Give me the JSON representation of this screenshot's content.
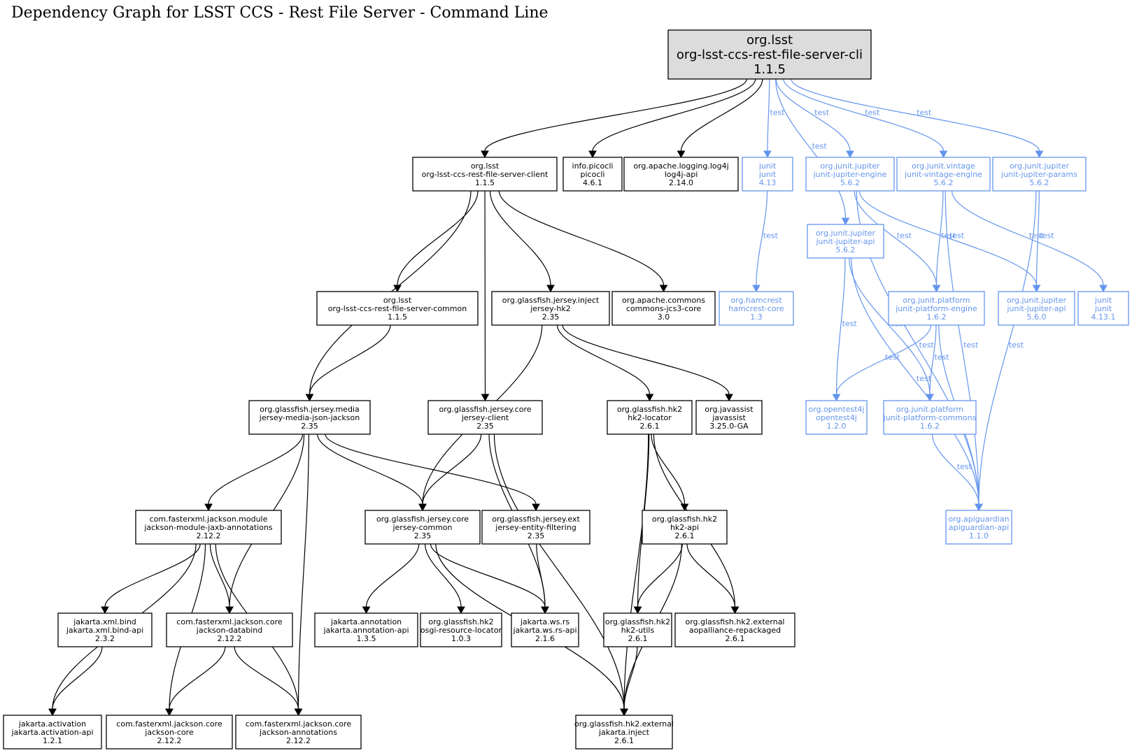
{
  "title": "Dependency Graph for LSST CCS - Rest File Server - Command Line",
  "colors": {
    "compile": "#000000",
    "test": "#6495ed",
    "root_fill": "#dcdcdc"
  },
  "nodes": [
    {
      "id": "cli",
      "group": "org.lsst",
      "artifact": "org-lsst-ccs-rest-file-server-cli",
      "version": "1.1.5",
      "scope": "root"
    },
    {
      "id": "client",
      "group": "org.lsst",
      "artifact": "org-lsst-ccs-rest-file-server-client",
      "version": "1.1.5",
      "scope": "compile"
    },
    {
      "id": "picocli",
      "group": "info.picocli",
      "artifact": "picocli",
      "version": "4.6.1",
      "scope": "compile"
    },
    {
      "id": "log4j",
      "group": "org.apache.logging.log4j",
      "artifact": "log4j-api",
      "version": "2.14.0",
      "scope": "compile"
    },
    {
      "id": "junit413",
      "group": "junit",
      "artifact": "junit",
      "version": "4.13",
      "scope": "test"
    },
    {
      "id": "jupeng",
      "group": "org.junit.jupiter",
      "artifact": "junit-jupiter-engine",
      "version": "5.6.2",
      "scope": "test"
    },
    {
      "id": "vinteng",
      "group": "org.junit.vintage",
      "artifact": "junit-vintage-engine",
      "version": "5.6.2",
      "scope": "test"
    },
    {
      "id": "jupparams",
      "group": "org.junit.jupiter",
      "artifact": "junit-jupiter-params",
      "version": "5.6.2",
      "scope": "test"
    },
    {
      "id": "jupapi562",
      "group": "org.junit.jupiter",
      "artifact": "junit-jupiter-api",
      "version": "5.6.2",
      "scope": "test"
    },
    {
      "id": "common",
      "group": "org.lsst",
      "artifact": "org-lsst-ccs-rest-file-server-common",
      "version": "1.1.5",
      "scope": "compile"
    },
    {
      "id": "jerseyhk2",
      "group": "org.glassfish.jersey.inject",
      "artifact": "jersey-hk2",
      "version": "2.35",
      "scope": "compile"
    },
    {
      "id": "jcs3",
      "group": "org.apache.commons",
      "artifact": "commons-jcs3-core",
      "version": "3.0",
      "scope": "compile"
    },
    {
      "id": "hamcrest",
      "group": "org.hamcrest",
      "artifact": "hamcrest-core",
      "version": "1.3",
      "scope": "test"
    },
    {
      "id": "plateng",
      "group": "org.junit.platform",
      "artifact": "junit-platform-engine",
      "version": "1.6.2",
      "scope": "test"
    },
    {
      "id": "jupapi560",
      "group": "org.junit.jupiter",
      "artifact": "junit-jupiter-api",
      "version": "5.6.0",
      "scope": "test"
    },
    {
      "id": "junit4131",
      "group": "junit",
      "artifact": "junit",
      "version": "4.13.1",
      "scope": "test"
    },
    {
      "id": "jsonjackson",
      "group": "org.glassfish.jersey.media",
      "artifact": "jersey-media-json-jackson",
      "version": "2.35",
      "scope": "compile"
    },
    {
      "id": "jclient",
      "group": "org.glassfish.jersey.core",
      "artifact": "jersey-client",
      "version": "2.35",
      "scope": "compile"
    },
    {
      "id": "hk2loc",
      "group": "org.glassfish.hk2",
      "artifact": "hk2-locator",
      "version": "2.6.1",
      "scope": "compile"
    },
    {
      "id": "javassist",
      "group": "org.javassist",
      "artifact": "javassist",
      "version": "3.25.0-GA",
      "scope": "compile"
    },
    {
      "id": "opentest4j",
      "group": "org.opentest4j",
      "artifact": "opentest4j",
      "version": "1.2.0",
      "scope": "test"
    },
    {
      "id": "platcommons",
      "group": "org.junit.platform",
      "artifact": "junit-platform-commons",
      "version": "1.6.2",
      "scope": "test"
    },
    {
      "id": "jaxbann",
      "group": "com.fasterxml.jackson.module",
      "artifact": "jackson-module-jaxb-annotations",
      "version": "2.12.2",
      "scope": "compile"
    },
    {
      "id": "jcommon",
      "group": "org.glassfish.jersey.core",
      "artifact": "jersey-common",
      "version": "2.35",
      "scope": "compile"
    },
    {
      "id": "entfilt",
      "group": "org.glassfish.jersey.ext",
      "artifact": "jersey-entity-filtering",
      "version": "2.35",
      "scope": "compile"
    },
    {
      "id": "hk2api",
      "group": "org.glassfish.hk2",
      "artifact": "hk2-api",
      "version": "2.6.1",
      "scope": "compile"
    },
    {
      "id": "apiguardian",
      "group": "org.apiguardian",
      "artifact": "apiguardian-api",
      "version": "1.1.0",
      "scope": "test"
    },
    {
      "id": "xmlbind",
      "group": "jakarta.xml.bind",
      "artifact": "jakarta.xml.bind-api",
      "version": "2.3.2",
      "scope": "compile"
    },
    {
      "id": "databind",
      "group": "com.fasterxml.jackson.core",
      "artifact": "jackson-databind",
      "version": "2.12.2",
      "scope": "compile"
    },
    {
      "id": "annapi",
      "group": "jakarta.annotation",
      "artifact": "jakarta.annotation-api",
      "version": "1.3.5",
      "scope": "compile"
    },
    {
      "id": "osgiloc",
      "group": "org.glassfish.hk2",
      "artifact": "osgi-resource-locator",
      "version": "1.0.3",
      "scope": "compile"
    },
    {
      "id": "wsrs",
      "group": "jakarta.ws.rs",
      "artifact": "jakarta.ws.rs-api",
      "version": "2.1.6",
      "scope": "compile"
    },
    {
      "id": "hk2utils",
      "group": "org.glassfish.hk2",
      "artifact": "hk2-utils",
      "version": "2.6.1",
      "scope": "compile"
    },
    {
      "id": "aopalliance",
      "group": "org.glassfish.hk2.external",
      "artifact": "aopalliance-repackaged",
      "version": "2.6.1",
      "scope": "compile"
    },
    {
      "id": "activation",
      "group": "jakarta.activation",
      "artifact": "jakarta.activation-api",
      "version": "1.2.1",
      "scope": "compile"
    },
    {
      "id": "jcore",
      "group": "com.fasterxml.jackson.core",
      "artifact": "jackson-core",
      "version": "2.12.2",
      "scope": "compile"
    },
    {
      "id": "jannotations",
      "group": "com.fasterxml.jackson.core",
      "artifact": "jackson-annotations",
      "version": "2.12.2",
      "scope": "compile"
    },
    {
      "id": "inject",
      "group": "org.glassfish.hk2.external",
      "artifact": "jakarta.inject",
      "version": "2.6.1",
      "scope": "compile"
    }
  ],
  "edges": [
    {
      "from": "cli",
      "to": "client"
    },
    {
      "from": "cli",
      "to": "picocli"
    },
    {
      "from": "cli",
      "to": "log4j"
    },
    {
      "from": "cli",
      "to": "junit413",
      "label": "test"
    },
    {
      "from": "cli",
      "to": "jupapi562",
      "label": "test"
    },
    {
      "from": "cli",
      "to": "jupeng",
      "label": "test"
    },
    {
      "from": "cli",
      "to": "vinteng",
      "label": "test"
    },
    {
      "from": "cli",
      "to": "jupparams",
      "label": "test"
    },
    {
      "from": "client",
      "to": "jsonjackson"
    },
    {
      "from": "client",
      "to": "common"
    },
    {
      "from": "client",
      "to": "jclient"
    },
    {
      "from": "client",
      "to": "jerseyhk2"
    },
    {
      "from": "client",
      "to": "jcs3"
    },
    {
      "from": "junit413",
      "to": "hamcrest",
      "label": "test"
    },
    {
      "from": "jupeng",
      "to": "plateng",
      "label": "test"
    },
    {
      "from": "jupeng",
      "to": "jupapi560",
      "label": "test"
    },
    {
      "from": "jupeng",
      "to": "apiguardian",
      "label": "test"
    },
    {
      "from": "vinteng",
      "to": "plateng",
      "label": "test"
    },
    {
      "from": "vinteng",
      "to": "junit4131",
      "label": "test"
    },
    {
      "from": "vinteng",
      "to": "apiguardian",
      "label": "test"
    },
    {
      "from": "jupparams",
      "to": "jupapi560",
      "label": "test"
    },
    {
      "from": "jupparams",
      "to": "apiguardian",
      "label": "test"
    },
    {
      "from": "jupapi562",
      "to": "opentest4j",
      "label": "test"
    },
    {
      "from": "jupapi562",
      "to": "platcommons",
      "label": "test"
    },
    {
      "from": "jupapi562",
      "to": "apiguardian",
      "label": "test"
    },
    {
      "from": "plateng",
      "to": "opentest4j",
      "label": "test"
    },
    {
      "from": "plateng",
      "to": "platcommons",
      "label": "test"
    },
    {
      "from": "plateng",
      "to": "apiguardian",
      "label": "test"
    },
    {
      "from": "platcommons",
      "to": "apiguardian",
      "label": "test"
    },
    {
      "from": "common",
      "to": "jsonjackson"
    },
    {
      "from": "jerseyhk2",
      "to": "jcommon"
    },
    {
      "from": "jerseyhk2",
      "to": "hk2loc"
    },
    {
      "from": "jerseyhk2",
      "to": "javassist"
    },
    {
      "from": "jsonjackson",
      "to": "jaxbann"
    },
    {
      "from": "jsonjackson",
      "to": "databind"
    },
    {
      "from": "jsonjackson",
      "to": "jannotations"
    },
    {
      "from": "jsonjackson",
      "to": "jcommon"
    },
    {
      "from": "jsonjackson",
      "to": "entfilt"
    },
    {
      "from": "jclient",
      "to": "jcommon"
    },
    {
      "from": "jclient",
      "to": "wsrs"
    },
    {
      "from": "jclient",
      "to": "inject"
    },
    {
      "from": "hk2loc",
      "to": "hk2api"
    },
    {
      "from": "hk2loc",
      "to": "hk2utils"
    },
    {
      "from": "hk2loc",
      "to": "aopalliance"
    },
    {
      "from": "hk2loc",
      "to": "inject"
    },
    {
      "from": "jaxbann",
      "to": "activation"
    },
    {
      "from": "jaxbann",
      "to": "xmlbind"
    },
    {
      "from": "jaxbann",
      "to": "jcore"
    },
    {
      "from": "jaxbann",
      "to": "databind"
    },
    {
      "from": "jaxbann",
      "to": "jannotations"
    },
    {
      "from": "jcommon",
      "to": "annapi"
    },
    {
      "from": "jcommon",
      "to": "osgiloc"
    },
    {
      "from": "jcommon",
      "to": "wsrs"
    },
    {
      "from": "jcommon",
      "to": "inject"
    },
    {
      "from": "entfilt",
      "to": "wsrs"
    },
    {
      "from": "hk2api",
      "to": "hk2utils"
    },
    {
      "from": "hk2api",
      "to": "aopalliance"
    },
    {
      "from": "hk2api",
      "to": "inject"
    },
    {
      "from": "xmlbind",
      "to": "activation"
    },
    {
      "from": "databind",
      "to": "jcore"
    },
    {
      "from": "databind",
      "to": "jannotations"
    },
    {
      "from": "hk2utils",
      "to": "inject"
    }
  ]
}
